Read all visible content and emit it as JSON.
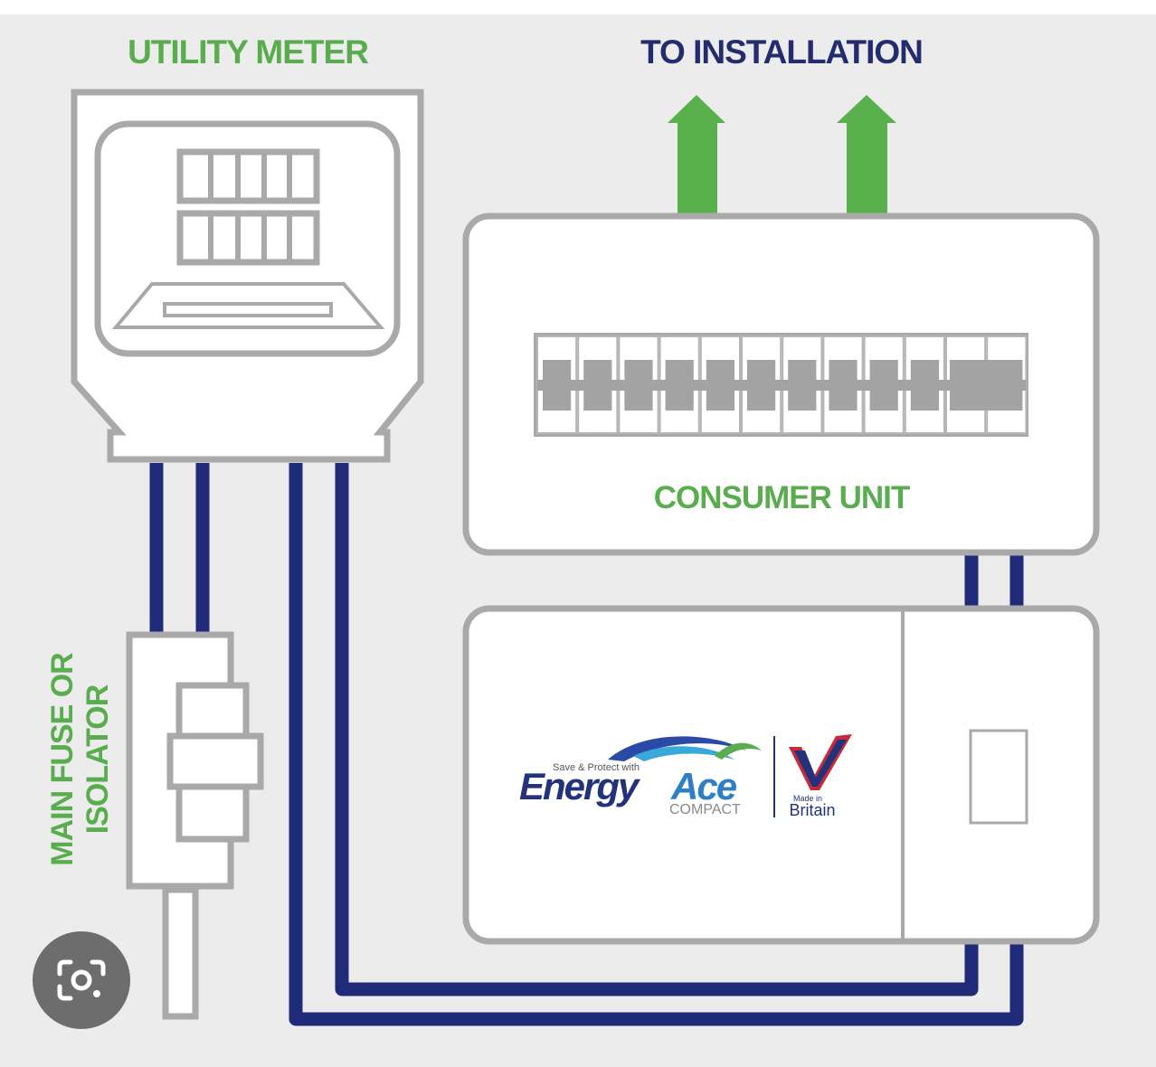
{
  "labels": {
    "utility_meter": "UTILITY METER",
    "to_installation": "TO INSTALLATION",
    "consumer_unit": "CONSUMER UNIT",
    "main_fuse_line1": "MAIN FUSE OR",
    "main_fuse_line2": "ISOLATOR"
  },
  "logo": {
    "tagline": "Save & Protect with",
    "brand_part1": "Energy",
    "brand_part2": "Ace",
    "sub": "COMPACT",
    "made_in": "Made in",
    "country": "Britain"
  },
  "colors": {
    "background": "#ececec",
    "panel_fill": "#ffffff",
    "panel_stroke": "#a9a9a9",
    "label_green": "#5aad4e",
    "label_navy": "#232d6e",
    "wire_navy": "#1f2a78",
    "arrow_green": "#58b14c",
    "breaker_gray": "#a3a3a3"
  },
  "icons": {
    "lens": "camera-lens-icon"
  }
}
